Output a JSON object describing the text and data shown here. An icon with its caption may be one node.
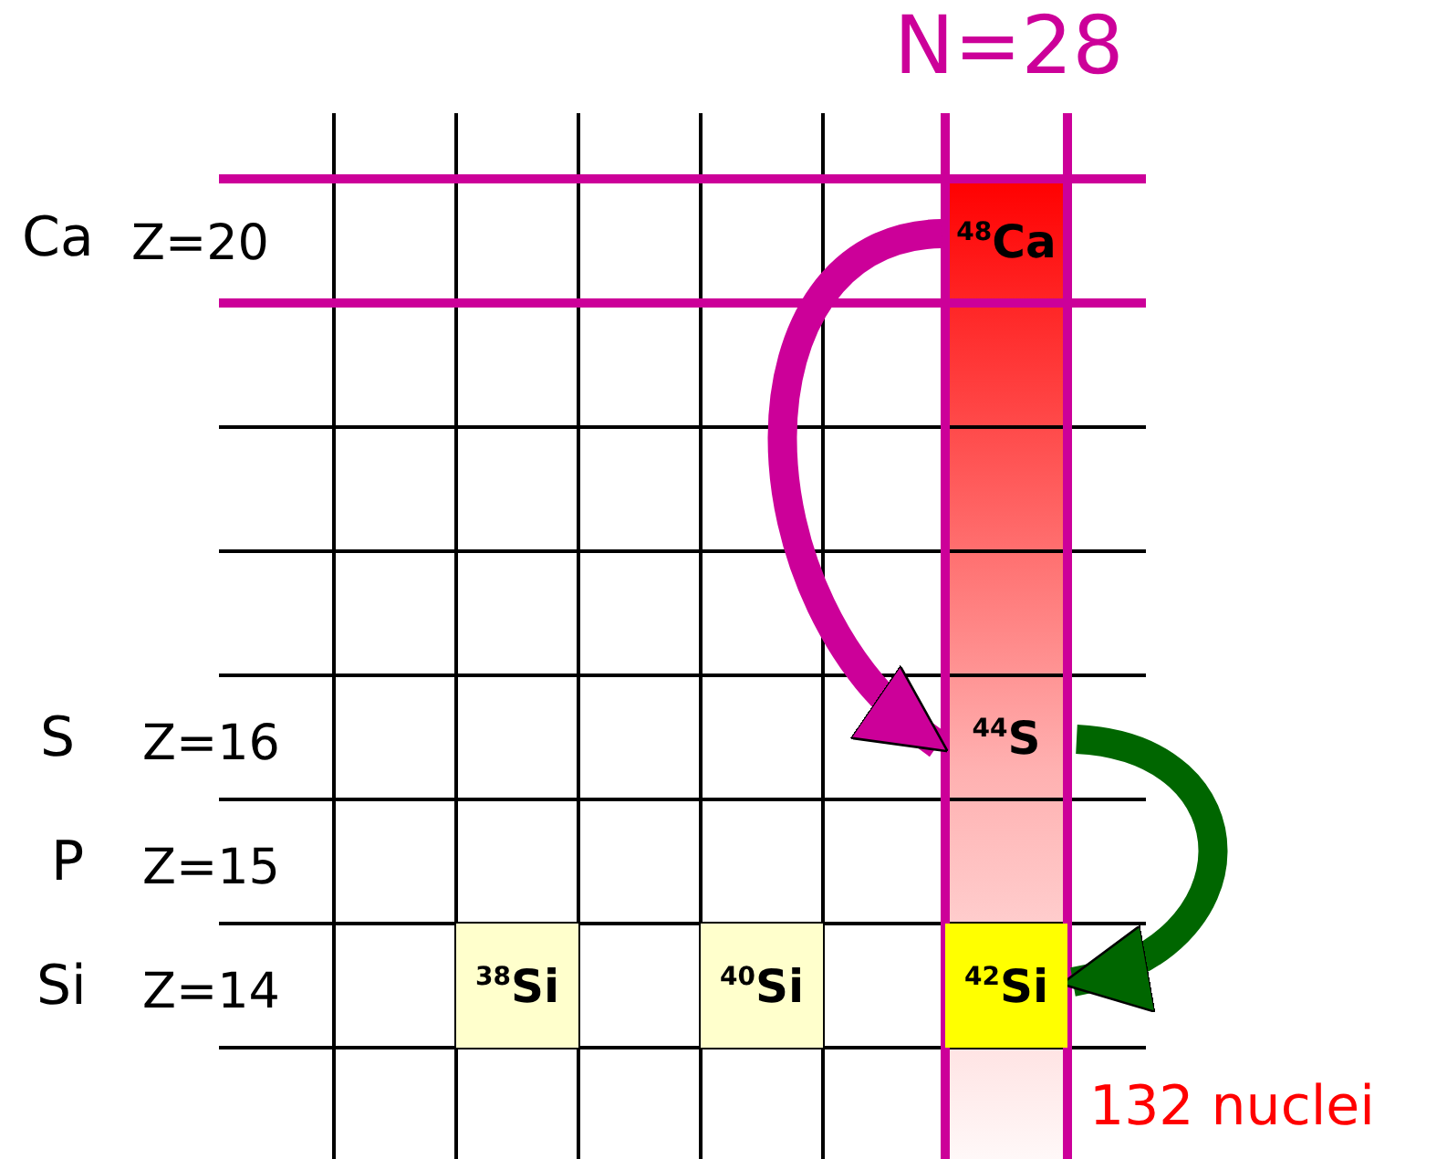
{
  "diagram": {
    "nodes": [
      {
        "text": [
          "$^{48}$Ca"
        ]
      },
      {
        "text": [
          "$^{44}$S"
        ]
      },
      {
        "text": [
          "$^{38}$Si"
        ]
      },
      {
        "text": [
          "$^{40}$Si"
        ]
      },
      {
        "text": [
          "$^{42}$Si"
        ]
      }
    ],
    "edges": [
      {
        "from": 0,
        "to": 1,
        "arrow": "to",
        "color": "#cc0099"
      },
      {
        "from": 1,
        "to": 4,
        "arrow": "to",
        "color": "#006600"
      }
    ],
    "labels": [
      "N=28",
      "Ca",
      "Z=20",
      "S",
      "Z=16",
      "P",
      "Z=15",
      "Si",
      "Z=14",
      "132 nuclei"
    ]
  }
}
